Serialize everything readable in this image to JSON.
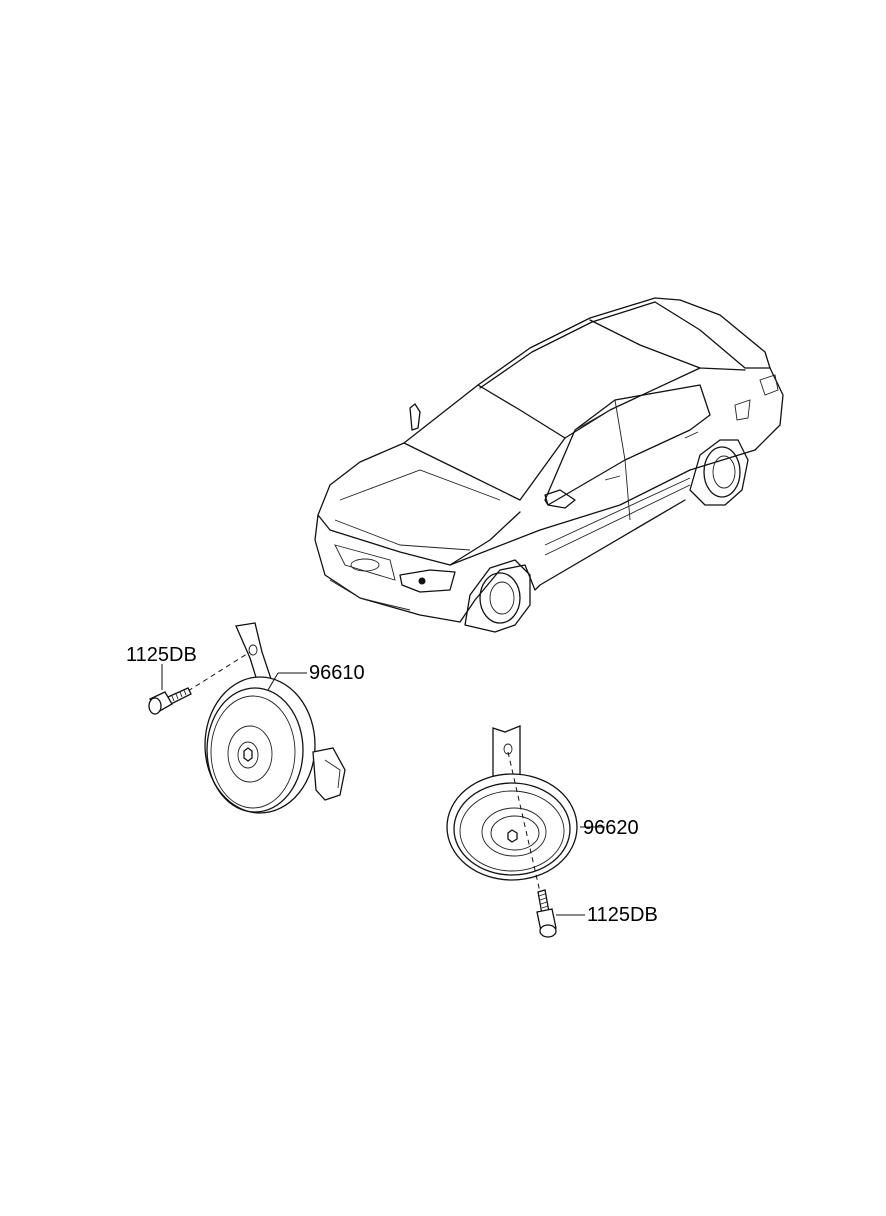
{
  "colors": {
    "line": "#111111",
    "background": "#ffffff"
  },
  "callouts": {
    "bolt_left": "1125DB",
    "horn_left": "96610",
    "horn_right": "96620",
    "bolt_right": "1125DB"
  }
}
